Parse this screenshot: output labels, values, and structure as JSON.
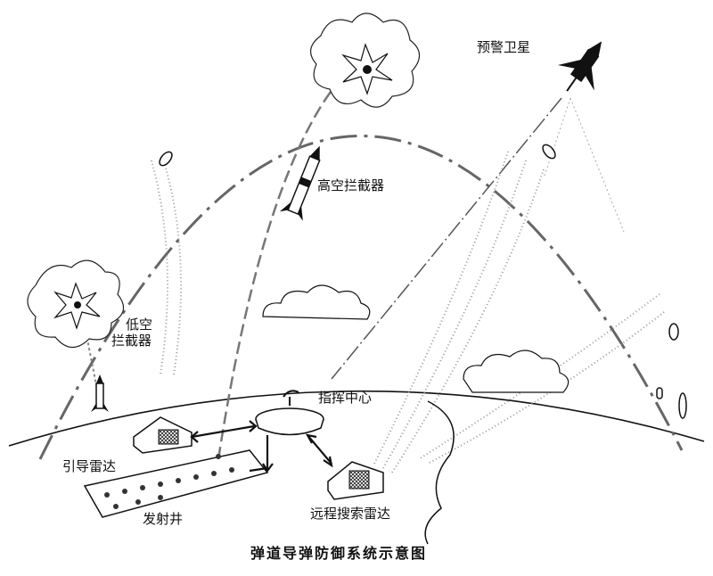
{
  "labels": {
    "satellite": "预警卫星",
    "high_interceptor": "高空拦截器",
    "low_interceptor_line1": "低空",
    "low_interceptor_line2": "拦截器",
    "command_center": "指挥中心",
    "guidance_radar": "引导雷达",
    "launch_silo": "发射井",
    "search_radar": "远程搜索雷达"
  },
  "caption": "弹道导弹防御系统示意图"
}
